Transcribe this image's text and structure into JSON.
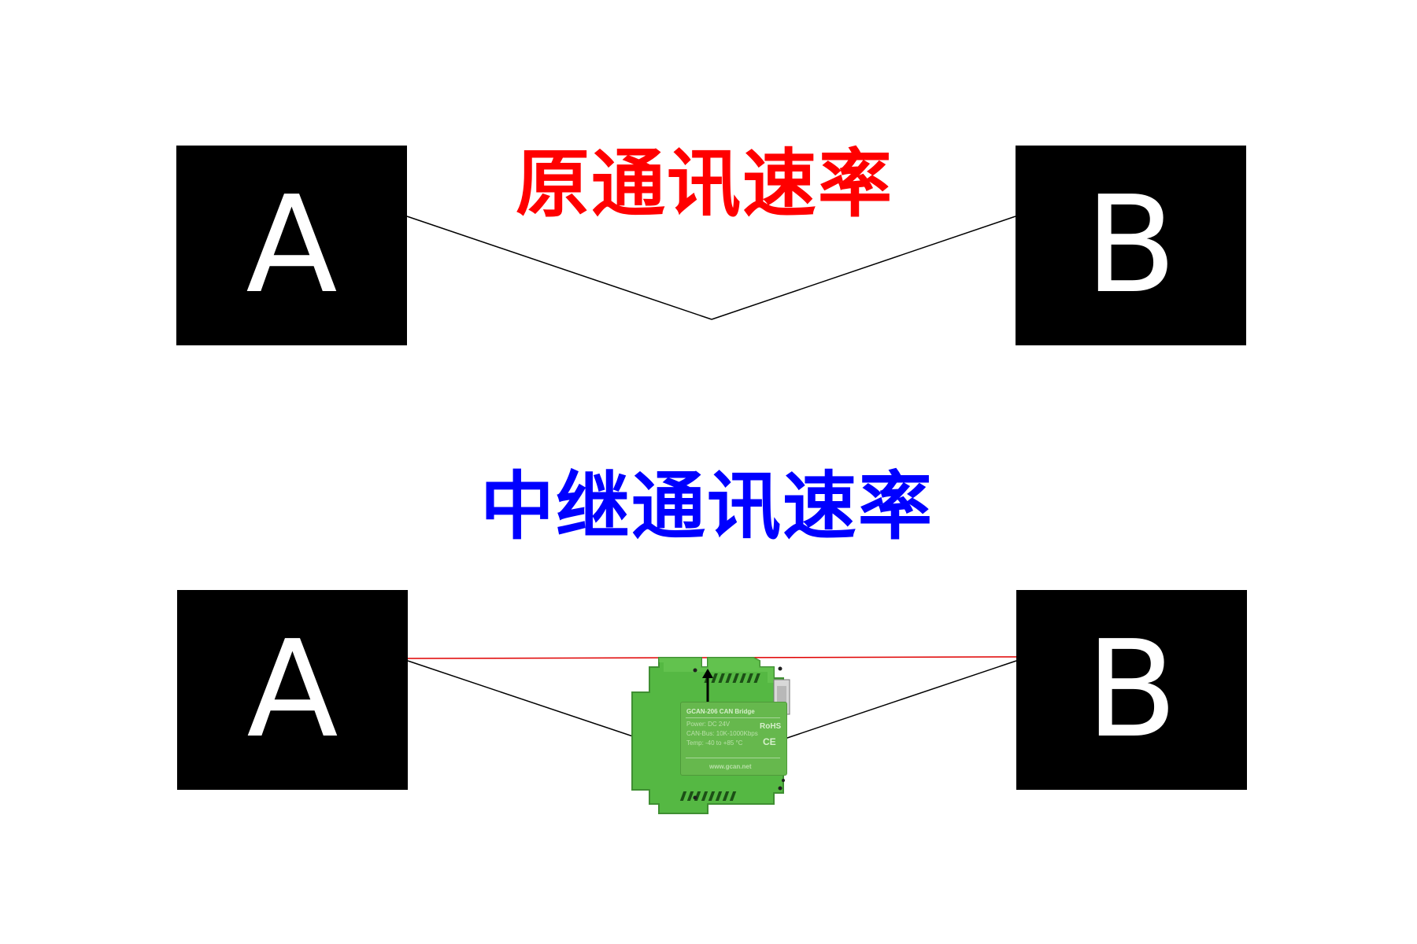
{
  "diagram": {
    "original_rate_title": "原通讯速率",
    "relay_rate_title": "中继通讯速率",
    "colors": {
      "original_title": "#ff0000",
      "relay_title": "#0000ff",
      "node_fill": "#000000",
      "node_text": "#ffffff",
      "wire": "#000000",
      "relay_signal": "#e00000",
      "device_green": "#55b843"
    },
    "top_row": {
      "left_node_label": "A",
      "right_node_label": "B"
    },
    "bottom_row": {
      "left_node_label": "A",
      "right_node_label": "B"
    },
    "device_label": {
      "title": "GCAN-206 CAN Bridge",
      "power": "Power: DC 24V",
      "canbus": "CAN-Bus: 10K-1000Kbps",
      "temp": "Temp: -40 to +85 °C",
      "url": "www.gcan.net",
      "rohs": "RoHS",
      "ce": "CE"
    }
  }
}
